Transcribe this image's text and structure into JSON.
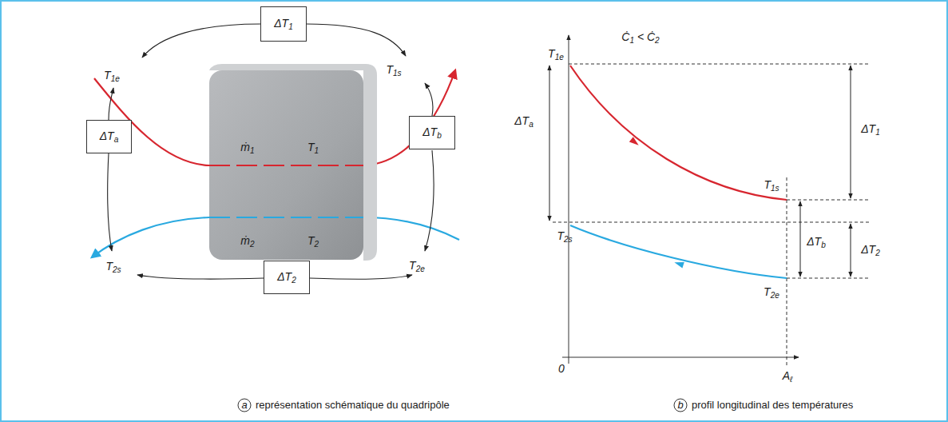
{
  "diagram": {
    "nodes": [
      {
        "text": [
          "ΔT1"
        ]
      },
      {
        "text": [
          "ΔTa"
        ]
      },
      {
        "text": [
          "ṁ1",
          "T1",
          "ṁ2",
          "T2"
        ]
      },
      {
        "text": [
          "ΔTb"
        ]
      },
      {
        "text": [
          "ΔT2"
        ]
      }
    ],
    "labels": [
      "T1e",
      "T1s",
      "T2s",
      "T2e",
      "a",
      "représentation schématique du quadripôle",
      "Ċ1 < Ċ2",
      "T1e",
      "ΔTa",
      "ΔT1",
      "T1s",
      "T2s",
      "ΔTb",
      "ΔT2",
      "T2e",
      "0",
      "Aℓ",
      "b",
      "profil longitudinal des températures"
    ]
  }
}
